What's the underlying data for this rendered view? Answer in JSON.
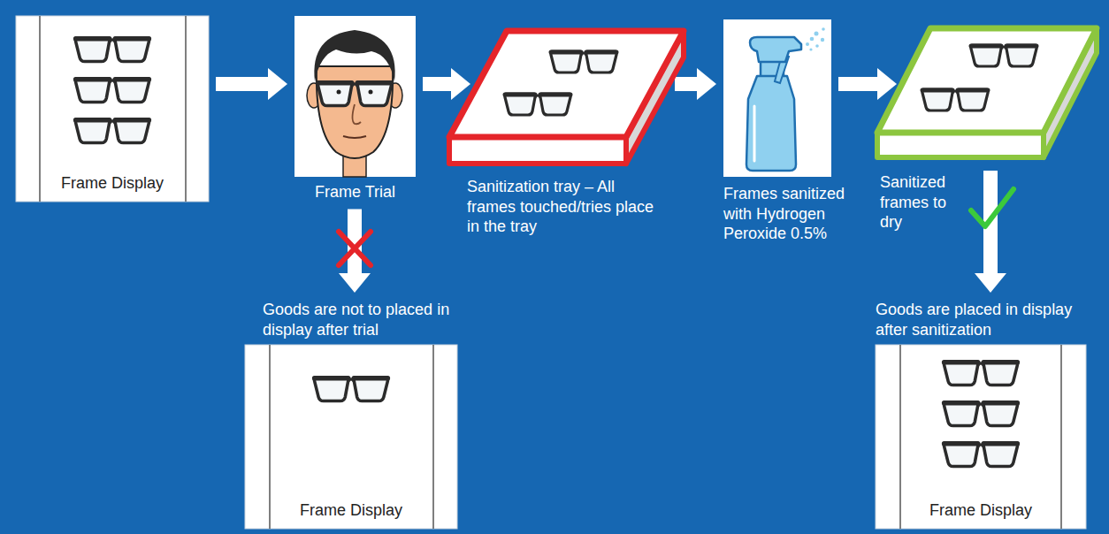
{
  "diagram": {
    "nodes": [
      {
        "text": [
          "Frame Display"
        ]
      },
      {
        "text": [
          "Frame Trial"
        ]
      },
      {
        "text": [
          "Sanitization tray – All frames touched/tries place in the tray"
        ]
      },
      {
        "text": [
          "Frames sanitized with Hydrogen Peroxide 0.5%"
        ]
      },
      {
        "text": [
          "Sanitized frames to dry"
        ]
      },
      {
        "text": [
          "Goods are not to placed in display after trial",
          "Frame Display"
        ]
      },
      {
        "text": [
          "Goods are placed in display after sanitization",
          "Frame Display"
        ]
      }
    ],
    "edges": [
      {
        "from": 0,
        "to": 1,
        "arrow": "to"
      },
      {
        "from": 1,
        "to": 2,
        "arrow": "to"
      },
      {
        "from": 2,
        "to": 3,
        "arrow": "to"
      },
      {
        "from": 3,
        "to": 4,
        "arrow": "to"
      },
      {
        "from": 1,
        "to": 5,
        "arrow": "to"
      },
      {
        "from": 4,
        "to": 6,
        "arrow": "to"
      }
    ]
  }
}
